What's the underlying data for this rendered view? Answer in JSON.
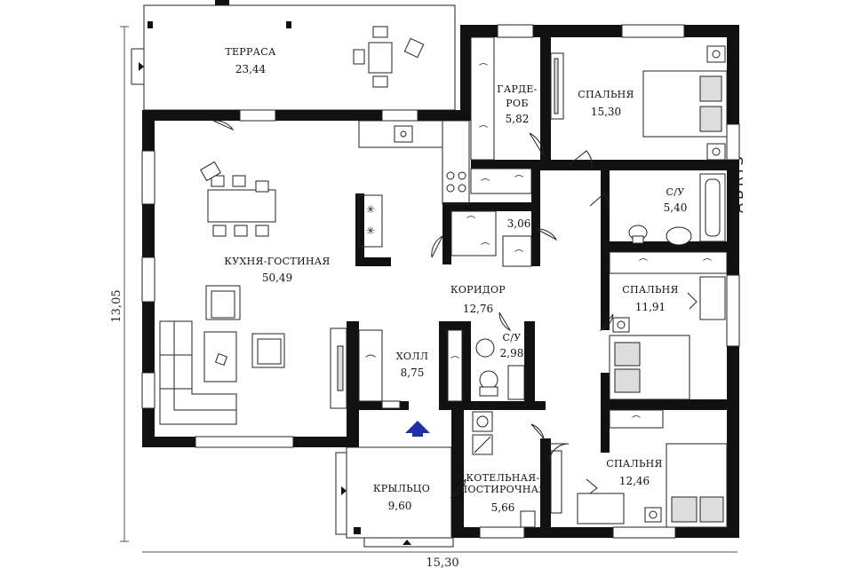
{
  "brand": "ABRiS",
  "dimensions": {
    "width": "15,30",
    "height": "13,05"
  },
  "rooms": {
    "terrace": {
      "name": "ТЕРРАСА",
      "area": "23,44"
    },
    "wardrobe": {
      "name1": "ГАРДЕ-",
      "name2": "РОБ",
      "area": "5,82"
    },
    "bedroom1": {
      "name": "СПАЛЬНЯ",
      "area": "15,30"
    },
    "bath1": {
      "name": "С/У",
      "area": "5,40"
    },
    "storage": {
      "area": "3,06"
    },
    "kitchen": {
      "name": "КУХНЯ-ГОСТИНАЯ",
      "area": "50,49"
    },
    "corridor": {
      "name": "КОРИДОР",
      "area": "12,76"
    },
    "bedroom2": {
      "name": "СПАЛЬНЯ",
      "area": "11,91"
    },
    "hall": {
      "name": "ХОЛЛ",
      "area": "8,75"
    },
    "bath2": {
      "name": "С/У",
      "area": "2,98"
    },
    "porch": {
      "name": "КРЫЛЬЦО",
      "area": "9,60"
    },
    "boiler": {
      "name1": "КОТЕЛЬНАЯ-",
      "name2": "ПОСТИРОЧНАЯ",
      "area": "5,66"
    },
    "bedroom3": {
      "name": "СПАЛЬНЯ",
      "area": "12,46"
    }
  },
  "entrance_arrow_color": "#1e2fa8"
}
